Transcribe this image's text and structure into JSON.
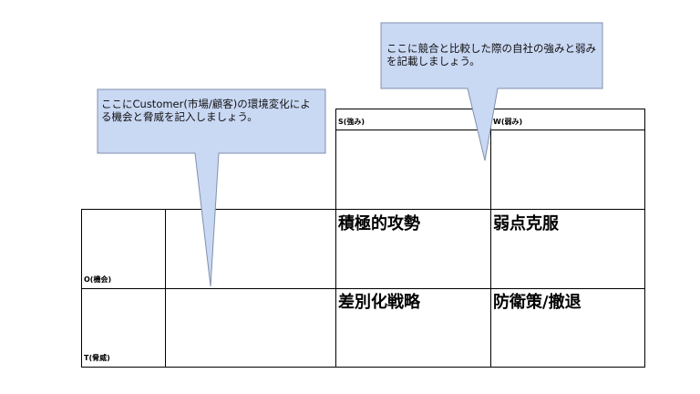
{
  "matrix": {
    "col_headers": {
      "strength": "S(強み)",
      "weakness": "W(弱み)"
    },
    "row_headers": {
      "opportunity": "O(機会)",
      "threat": "T(脅威)"
    },
    "strategies": {
      "so": "積極的攻勢",
      "wo": "弱点克服",
      "st": "差別化戦略",
      "wt": "防衛策/撤退"
    }
  },
  "callouts": {
    "customer": "ここにCustomer(市場/顧客)の環境変化による機会と脅威を記入しましょう。",
    "competitor": "ここに競合と比較した際の自社の強みと弱みを記載しましょう。"
  },
  "colors": {
    "callout_fill": "#c9d8f3",
    "callout_border": "#8090ad"
  }
}
